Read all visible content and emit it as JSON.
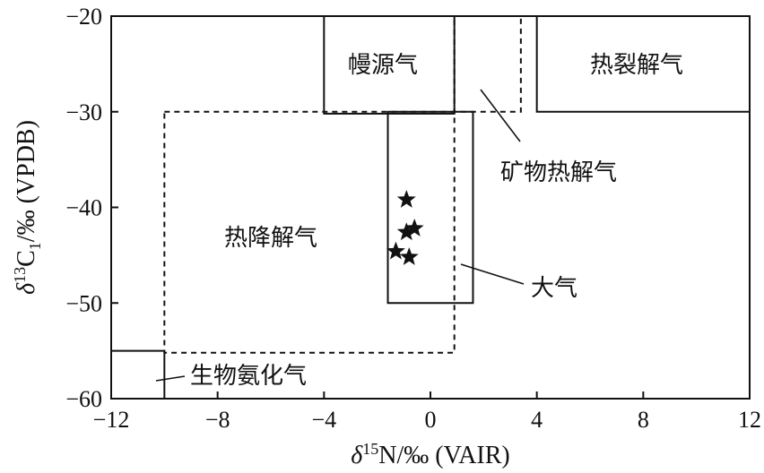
{
  "chart_data": {
    "type": "scatter",
    "title": "",
    "xlabel": {
      "delta": "δ",
      "sup": "15",
      "rest": "N/‰ (VAIR)"
    },
    "ylabel": {
      "delta": "δ",
      "sup": "13",
      "main": "C",
      "sub": "1",
      "rest": "/‰ (VPDB)"
    },
    "xlim": [
      -12,
      12
    ],
    "ylim": [
      -60,
      -20
    ],
    "xticks": [
      -12,
      -8,
      -4,
      0,
      4,
      8,
      12
    ],
    "xtick_labels": [
      "−12",
      "−8",
      "−4",
      "0",
      "4",
      "8",
      "12"
    ],
    "yticks": [
      -20,
      -30,
      -40,
      -50,
      -60
    ],
    "ytick_labels": [
      "−20",
      "−30",
      "−40",
      "−50",
      "−60"
    ],
    "grid": false,
    "regions": [
      {
        "id": "mantle",
        "label": "幔源气",
        "style": "solid",
        "x": [
          -4,
          0.9
        ],
        "y": [
          -30.2,
          -20
        ]
      },
      {
        "id": "thermogenic-cracking",
        "label": "热裂解气",
        "style": "solid",
        "x": [
          4,
          12
        ],
        "y": [
          -30,
          -20
        ]
      },
      {
        "id": "mineral-pyrolysis",
        "label": "矿物热解气",
        "style": "dashed",
        "x": [
          0.9,
          3.4
        ],
        "y": [
          -30,
          -20
        ]
      },
      {
        "id": "thermal-degradation",
        "label": "热降解气",
        "style": "dashed",
        "x": [
          -10,
          0.9
        ],
        "y": [
          -55.2,
          -30
        ]
      },
      {
        "id": "atmosphere",
        "label": "大气",
        "style": "solid",
        "x": [
          -1.6,
          1.6
        ],
        "y": [
          -50,
          -30
        ]
      },
      {
        "id": "biogenic-ammonification",
        "label": "生物氨化气",
        "style": "solid",
        "x": [
          -12,
          -10
        ],
        "y": [
          -60,
          -55
        ]
      }
    ],
    "series": [
      {
        "marker": "star",
        "points": [
          {
            "x": -0.9,
            "y": -39.2
          },
          {
            "x": -0.9,
            "y": -42.6
          },
          {
            "x": -0.6,
            "y": -42.2
          },
          {
            "x": -1.3,
            "y": -44.6
          },
          {
            "x": -0.8,
            "y": -45.2
          }
        ]
      }
    ]
  }
}
